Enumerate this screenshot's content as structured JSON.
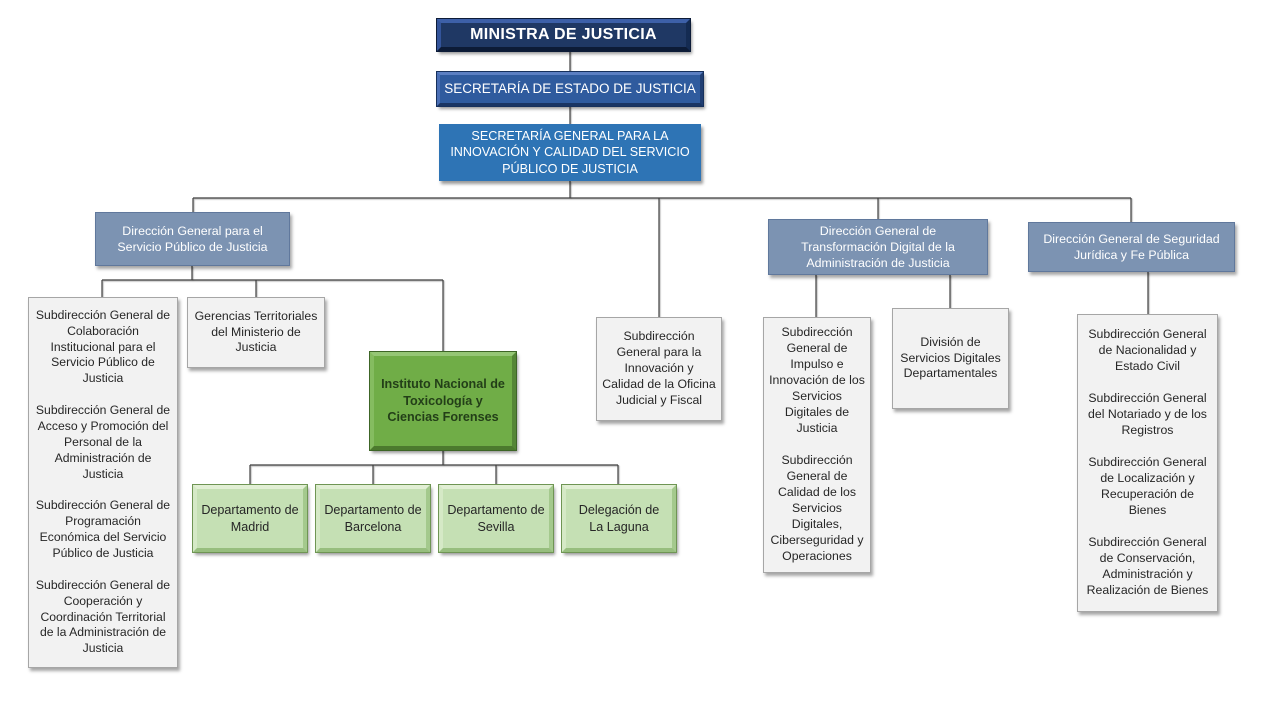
{
  "colors": {
    "navy": "#1F3864",
    "royal_blue": "#2F5B9E",
    "flat_blue": "#2E74B5",
    "blue_gray": "#7C93B2",
    "green": "#70AD47",
    "light_green": "#C5E0B4",
    "box_gray": "#F2F2F2"
  },
  "nodes": {
    "ministra": {
      "label": "MINISTRA DE JUSTICIA"
    },
    "secretaria_estado": {
      "label": "SECRETARÍA DE ESTADO DE JUSTICIA"
    },
    "secretaria_general": {
      "label": "SECRETARÍA GENERAL PARA LA INNOVACIÓN Y CALIDAD DEL SERVICIO PÚBLICO DE JUSTICIA"
    },
    "dg_servicio_publico": {
      "label": "Dirección General para el Servicio Público de Justicia"
    },
    "dg_transformacion_digital": {
      "label": "Dirección General de Transformación Digital de la Administración de Justicia"
    },
    "dg_seguridad_juridica": {
      "label": "Dirección General de Seguridad Jurídica y Fe Pública"
    },
    "subs_servicio_publico": {
      "items": [
        "Subdirección General de Colaboración Institucional para el Servicio Público de Justicia",
        "Subdirección General de Acceso y Promoción del Personal de la Administración de Justicia",
        "Subdirección General de Programación Económica del Servicio Público de Justicia",
        "Subdirección General de Cooperación y Coordinación Territorial de la Administración de Justicia"
      ]
    },
    "gerencias_territoriales": {
      "label": "Gerencias Territoriales del Ministerio de Justicia"
    },
    "instituto_toxicologia": {
      "label": "Instituto Nacional de Toxicología y Ciencias Forenses"
    },
    "sub_oficina_judicial": {
      "label": "Subdirección General para la Innovación y Calidad de la Oficina Judicial y Fiscal"
    },
    "dep_madrid": {
      "label": "Departamento de Madrid"
    },
    "dep_barcelona": {
      "label": "Departamento de Barcelona"
    },
    "dep_sevilla": {
      "label": "Departamento de Sevilla"
    },
    "delegacion_laguna": {
      "label": "Delegación de La Laguna"
    },
    "subs_transformacion": {
      "items": [
        "Subdirección General de Impulso e Innovación de los Servicios Digitales de Justicia",
        "Subdirección General de Calidad de los Servicios Digitales, Ciberseguridad y Operaciones"
      ]
    },
    "division_servicios_digitales": {
      "label": "División de Servicios Digitales Departamentales"
    },
    "subs_seguridad": {
      "items": [
        "Subdirección General de Nacionalidad y Estado Civil",
        "Subdirección General del Notariado y de los Registros",
        "Subdirección General de Localización y Recuperación de Bienes",
        "Subdirección General de Conservación, Administración y Realización de Bienes"
      ]
    }
  }
}
